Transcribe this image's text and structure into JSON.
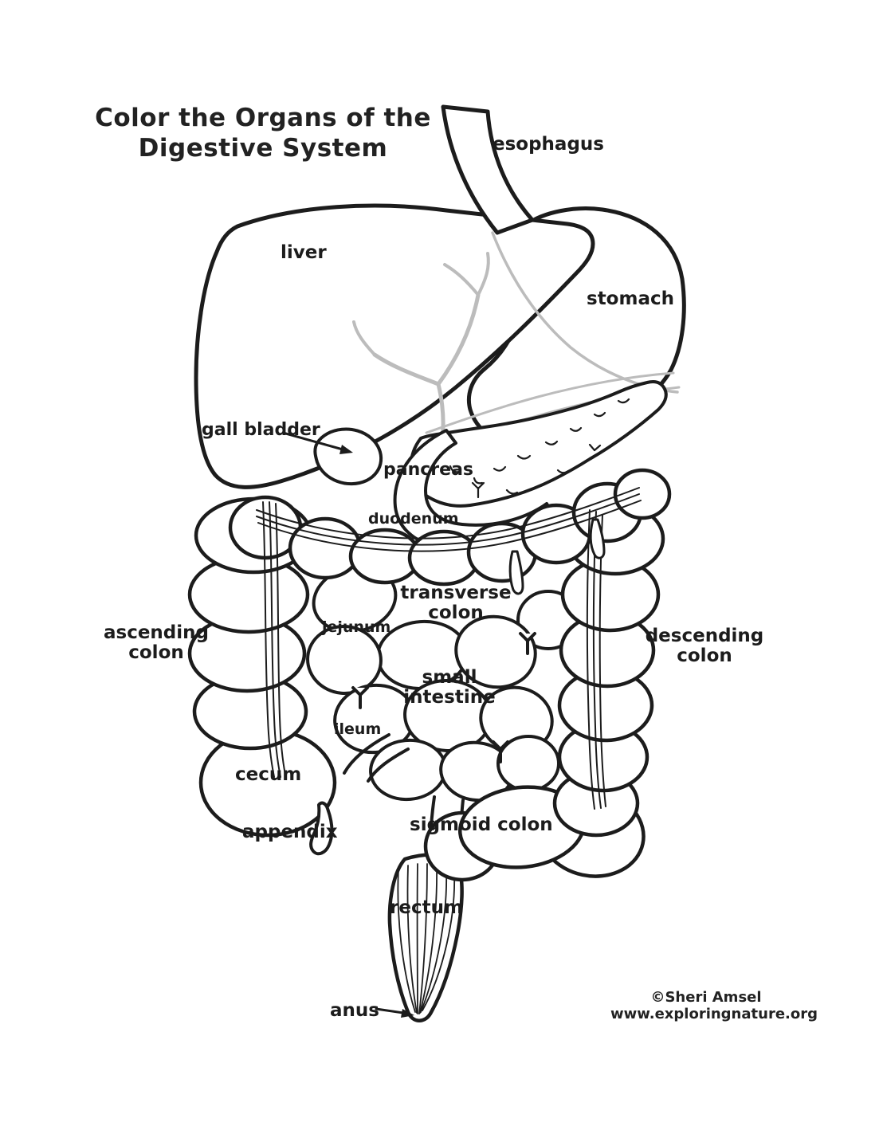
{
  "page": {
    "kind": "coloring-worksheet",
    "background": "#ffffff",
    "ink_color": "#1c1c1c",
    "light_ink_color": "#bcbcbc"
  },
  "title": {
    "line1": "Color the Organs of the",
    "line2": "Digestive System"
  },
  "labels": {
    "esophagus": "esophagus",
    "liver": "liver",
    "stomach": "stomach",
    "gall_bladder": "gall bladder",
    "pancreas": "pancreas",
    "duodenum": "duodenum",
    "transverse_colon": "transverse colon",
    "ascending_colon": "ascending colon",
    "jejunum": "jejunum",
    "small_intestine": "small intestine",
    "descending_colon": "descending colon",
    "ileum": "ileum",
    "cecum": "cecum",
    "appendix": "appendix",
    "sigmoid_colon": "sigmoid colon",
    "rectum": "rectum",
    "anus": "anus"
  },
  "credit": {
    "line1": "©Sheri Amsel",
    "line2": "www.exploringnature.org"
  }
}
